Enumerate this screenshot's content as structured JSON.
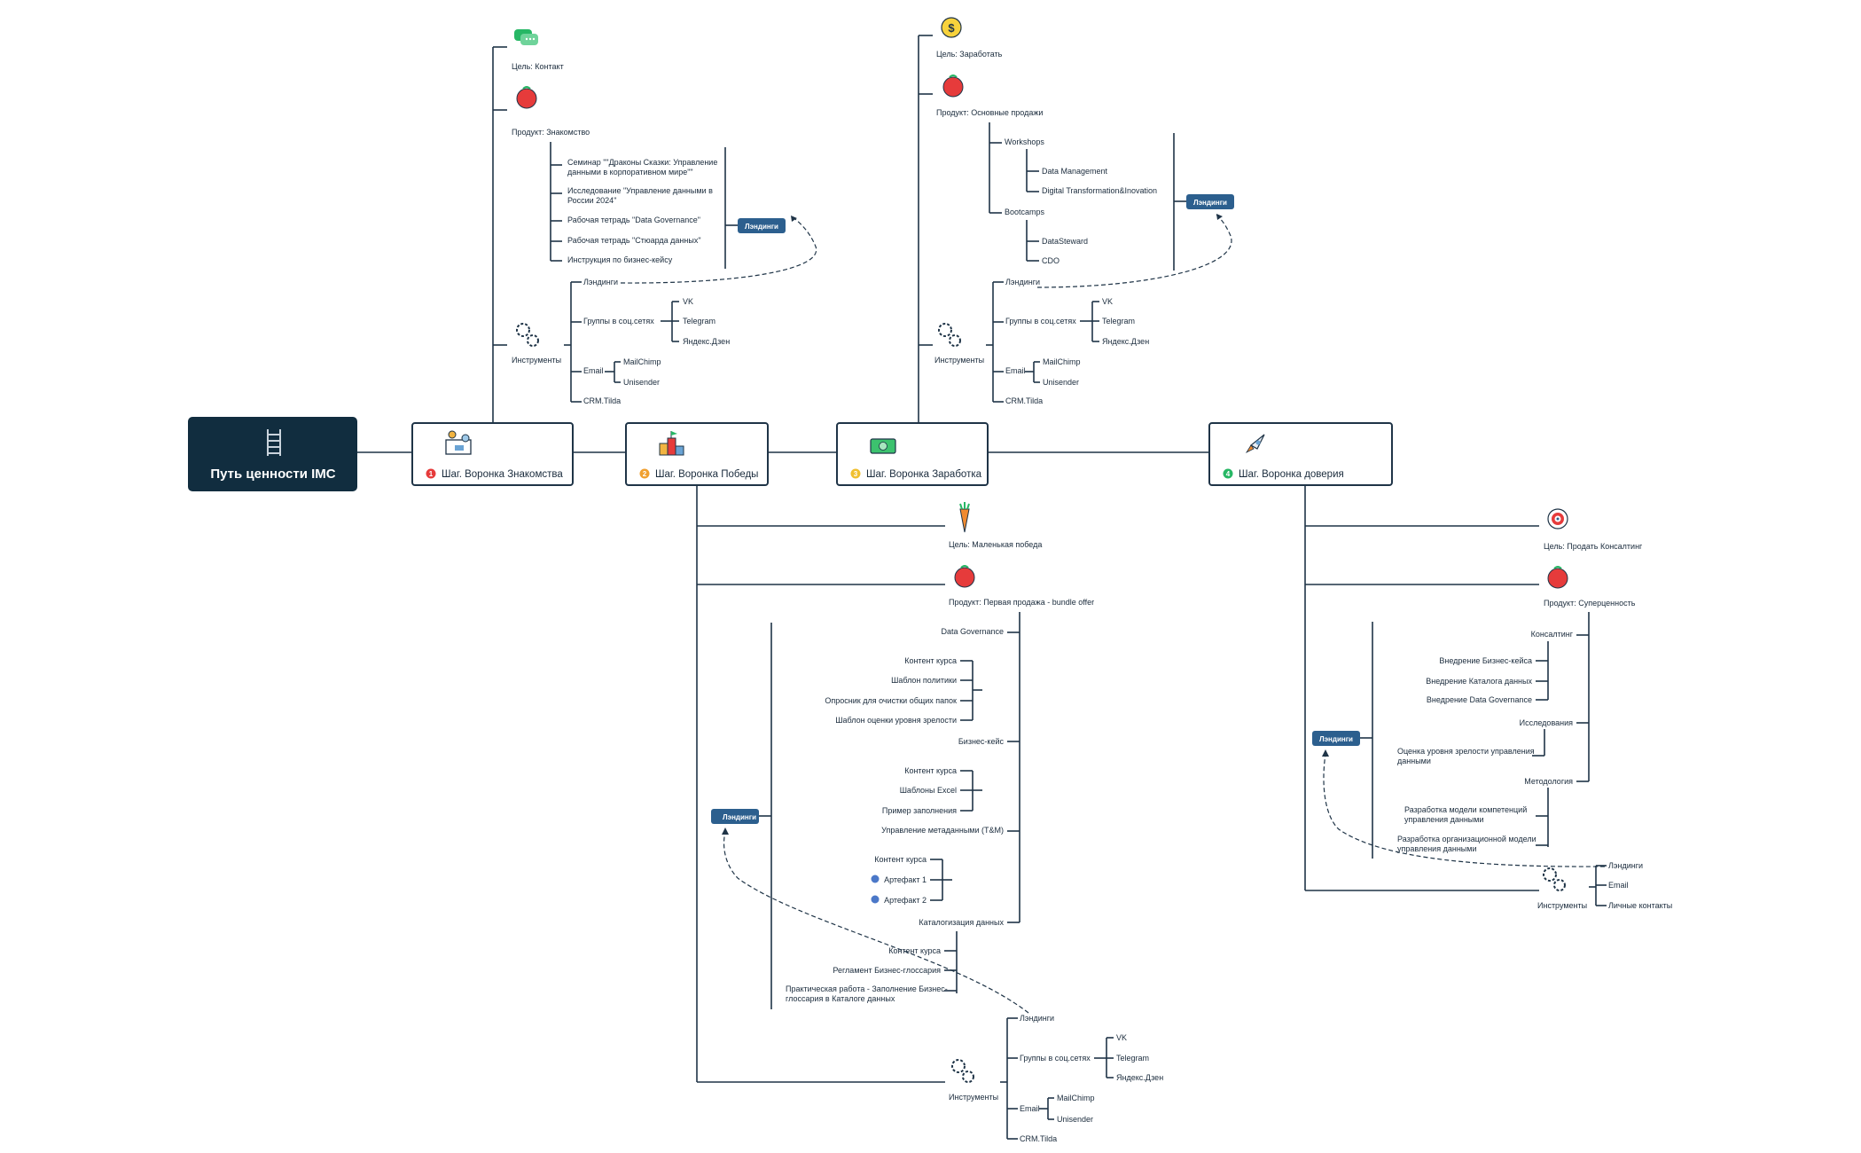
{
  "root": {
    "title": "Путь ценности IMC"
  },
  "steps": [
    {
      "num": "1",
      "label": "Шаг. Воронка Знакомства",
      "color": "#e63b3b"
    },
    {
      "num": "2",
      "label": "Шаг. Воронка Победы",
      "color": "#f0a030"
    },
    {
      "num": "3",
      "label": "Шаг. Воронка Заработка",
      "color": "#f0c030"
    },
    {
      "num": "4",
      "label": "Шаг. Воронка доверия",
      "color": "#27b765"
    }
  ],
  "landing_label": "Лэндинги",
  "s1": {
    "goal": "Цель: Контакт",
    "product": "Продукт: Знакомство",
    "product_items": [
      [
        "Семинар \"\"Драконы Сказки: Управление",
        "данными в корпоративном мире\"\""
      ],
      [
        "Исследование \"Управление данными в",
        "России 2024\""
      ],
      [
        "Рабочая тетрадь \"Data Governance\""
      ],
      [
        "Рабочая тетрадь \"Стюарда данных\""
      ],
      [
        "Инструкция по бизнес-кейсу"
      ]
    ],
    "tools": "Инструменты",
    "tools_items": {
      "landings": "Лэндинги",
      "social": "Группы в соц.сетях",
      "social_items": [
        "VK",
        "Telegram",
        "Яндекс.Дзен"
      ],
      "email": "Email",
      "email_items": [
        "MailChimp",
        "Unisender"
      ],
      "crm": "CRM.Tilda"
    }
  },
  "s3": {
    "goal": "Цель: Заработать",
    "product": "Продукт: Основные продажи",
    "workshops": "Workshops",
    "workshops_items": [
      "Data Management",
      "Digital Transformation&Inovation"
    ],
    "bootcamps": "Bootcamps",
    "bootcamps_items": [
      "DataSteward",
      "CDO"
    ],
    "tools": "Инструменты",
    "tools_items": {
      "landings": "Лэндинги",
      "social": "Группы в соц.сетях",
      "social_items": [
        "VK",
        "Telegram",
        "Яндекс.Дзен"
      ],
      "email": "Email",
      "email_items": [
        "MailChimp",
        "Unisender"
      ],
      "crm": "CRM.Tilda"
    }
  },
  "s2": {
    "goal": "Цель: Маленькая победа",
    "product": "Продукт: Первая продажа - bundle offer",
    "groups": [
      {
        "name": "Data Governance",
        "items": [
          [
            "Контент курса"
          ],
          [
            "Шаблон политики"
          ],
          [
            "Опросник для очистки общих папок"
          ],
          [
            "Шаблон оценки уровня зрелости"
          ]
        ]
      },
      {
        "name": "Бизнес-кейс",
        "items": [
          [
            "Контент курса"
          ],
          [
            "Шаблоны Excel"
          ],
          [
            "Пример заполнения"
          ]
        ]
      },
      {
        "name": "Управление метаданными (T&M)",
        "items": [
          [
            "Контент курса"
          ],
          [
            "Артефакт 1"
          ],
          [
            "Артефакт 2"
          ]
        ]
      },
      {
        "name": "Каталогизация данных",
        "items": [
          [
            "Контент курса"
          ],
          [
            "Регламент Бизнес-глоссария"
          ],
          [
            "Практическая работа - Заполнение Бизнес-",
            "глоссария в Каталоге данных"
          ]
        ]
      }
    ],
    "tools": "Инструменты",
    "tools_items": {
      "landings": "Лэндинги",
      "social": "Группы в соц.сетях",
      "social_items": [
        "VK",
        "Telegram",
        "Яндекс.Дзен"
      ],
      "email": "Email",
      "email_items": [
        "MailChimp",
        "Unisender"
      ],
      "crm": "CRM.Tilda"
    }
  },
  "s4": {
    "goal": "Цель: Продать Консалтинг",
    "product": "Продукт: Суперценность",
    "groups": [
      {
        "name": "Консалтинг",
        "items": [
          [
            "Внедрение Бизнес-кейса"
          ],
          [
            "Внедрение Каталога данных"
          ],
          [
            "Внедрение Data Governance"
          ]
        ]
      },
      {
        "name": "Исследования",
        "items": [
          [
            "Оценка уровня зрелости  управления",
            "данными"
          ]
        ]
      },
      {
        "name": "Методология",
        "items": [
          [
            "Разработка модели компетенций",
            "управления данными"
          ],
          [
            "Разработка организационной модели",
            "управления данными"
          ]
        ]
      }
    ],
    "tools": "Инструменты",
    "tools_items": [
      "Лэндинги",
      "Email",
      "Личные контакты"
    ]
  }
}
